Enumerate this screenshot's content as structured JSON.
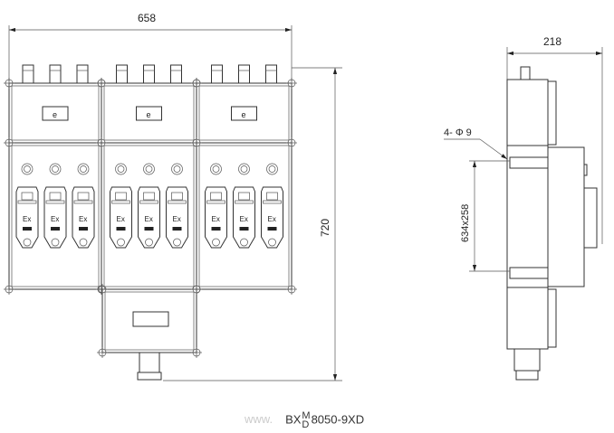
{
  "dimensions": {
    "width_label": "658",
    "height_label": "720",
    "depth_label": "218",
    "mount_holes_label": "4- Φ 9",
    "mount_spacing_label": "634x258"
  },
  "front_view": {
    "label_plate_text": "e",
    "breaker_mark": "Ex",
    "columns": 3,
    "breakers_per_column": 3
  },
  "model": {
    "watermark": "www.",
    "prefix": "BX",
    "sup": "M",
    "sub": "D",
    "code": "8050-9X",
    "suffix": "D"
  },
  "colors": {
    "line": "#333333",
    "ex_mark": "#d04010"
  }
}
